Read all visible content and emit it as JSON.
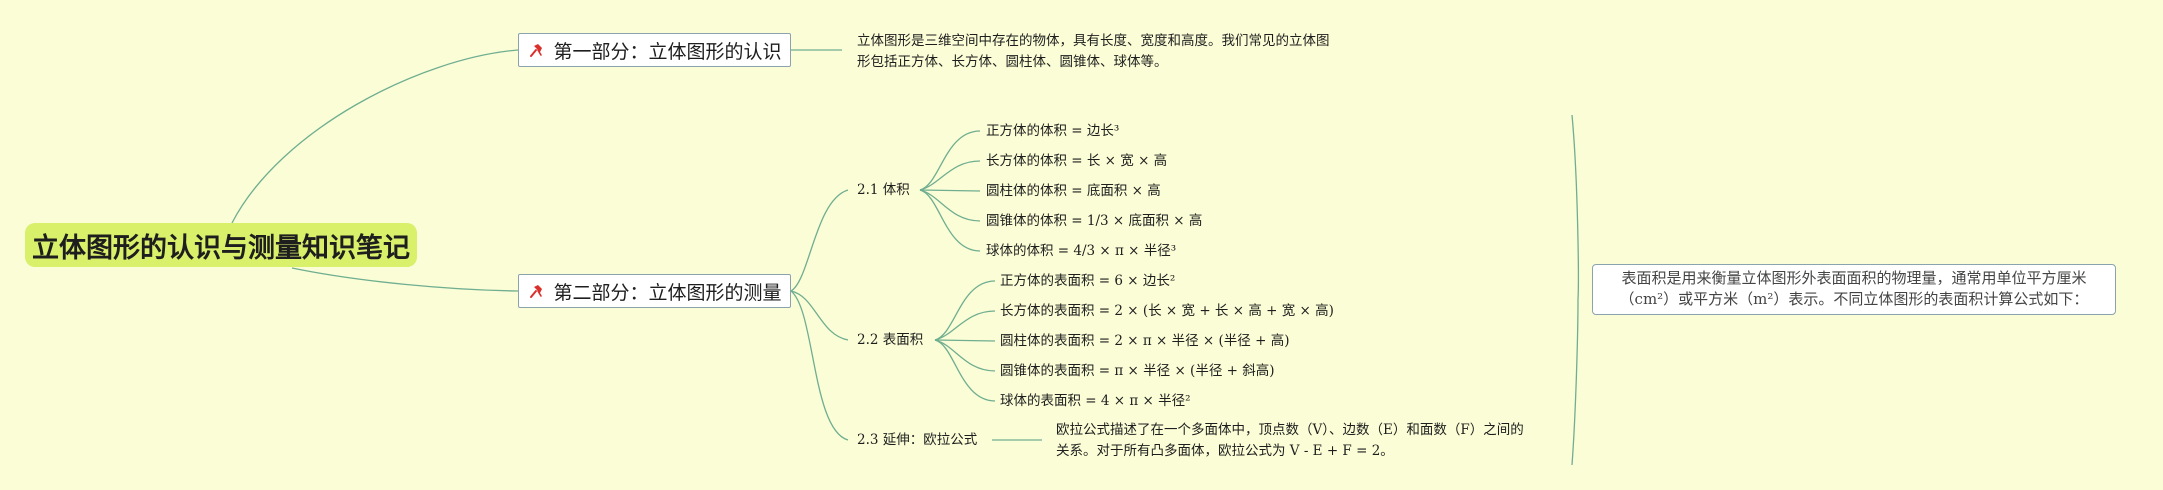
{
  "root": {
    "title": "立体图形的认识与测量知识笔记"
  },
  "part1": {
    "title": "第一部分：立体图形的认识",
    "icon": "pin-icon",
    "desc_line1": "立体图形是三维空间中存在的物体，具有长度、宽度和高度。我们常见的立体图",
    "desc_line2": "形包括正方体、长方体、圆柱体、圆锥体、球体等。"
  },
  "part2": {
    "title": "第二部分：立体图形的测量",
    "icon": "pin-icon",
    "volume": {
      "label": "2.1 体积",
      "items": [
        "正方体的体积 = 边长³",
        "长方体的体积 = 长 × 宽 × 高",
        "圆柱体的体积 = 底面积 × 高",
        "圆锥体的体积 = 1/3 × 底面积 × 高",
        "球体的体积 = 4/3 × π × 半径³"
      ]
    },
    "surface": {
      "label": "2.2 表面积",
      "items": [
        "正方体的表面积 = 6 × 边长²",
        "长方体的表面积 = 2 × (长 × 宽 + 长 × 高 + 宽 × 高)",
        "圆柱体的表面积 = 2 × π × 半径 × (半径 + 高)",
        "圆锥体的表面积 = π × 半径 × (半径 + 斜高)",
        "球体的表面积 = 4 × π × 半径²"
      ]
    },
    "euler": {
      "label": "2.3 延伸：欧拉公式",
      "desc_line1": "欧拉公式描述了在一个多面体中，顶点数（V）、边数（E）和面数（F）之间的",
      "desc_line2": "关系。对于所有凸多面体，欧拉公式为 V - E + F = 2。"
    }
  },
  "note": {
    "line1": "表面积是用来衡量立体图形外表面面积的物理量，通常用单位平方厘米",
    "line2": "（cm²）或平方米（m²）表示。不同立体图形的表面积计算公式如下："
  },
  "colors": {
    "background": "#fbfdd6",
    "root_fill": "#d8f06a",
    "connector": "#6fae90",
    "box_border": "#8aa3ad",
    "icon": "#d9302c"
  }
}
